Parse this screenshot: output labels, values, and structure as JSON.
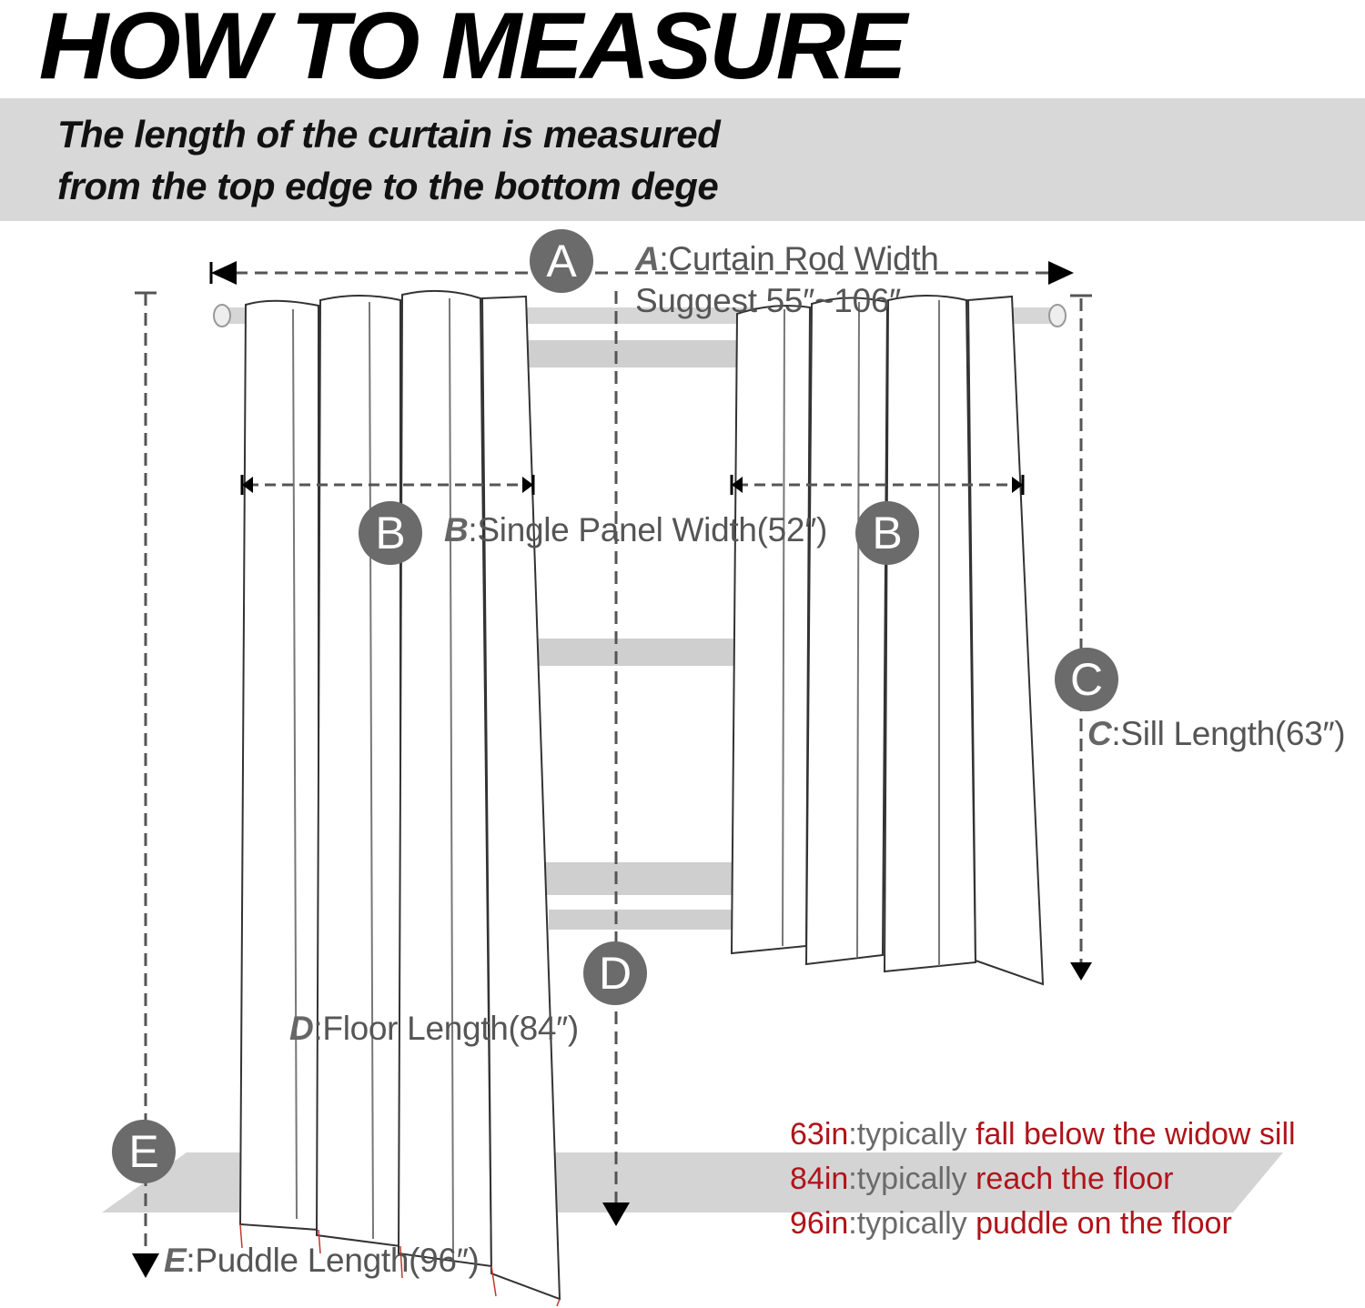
{
  "title": "HOW TO MEASURE",
  "banner": {
    "line1": "The length of the curtain is measured",
    "line2_prefix": "from the ",
    "line2_bold": "top edge to the bottom dege"
  },
  "markers": {
    "A": "A",
    "B": "B",
    "C": "C",
    "D": "D",
    "E": "E"
  },
  "labels": {
    "A_key": "A",
    "A_text": ":Curtain Rod Width",
    "A_suggest": "Suggest 55″~106″",
    "B_key": "B",
    "B_text": ":Single Panel Width(52″)",
    "C_key": "C",
    "C_text": ":Sill Length(63″)",
    "D_key": "D",
    "D_text": ":Floor Length(84″)",
    "E_key": "E",
    "E_text": ":Puddle Length(96″)"
  },
  "notes": [
    {
      "size": "63in",
      "mid": ":typically ",
      "desc": "fall below the widow sill"
    },
    {
      "size": "84in",
      "mid": ":typically ",
      "desc": "reach the floor"
    },
    {
      "size": "96in",
      "mid": ":typically ",
      "desc": "puddle on the floor"
    }
  ],
  "colors": {
    "note_accent": "#b0141a",
    "marker": "#6b6b6b",
    "banner": "#d8d8d8"
  }
}
